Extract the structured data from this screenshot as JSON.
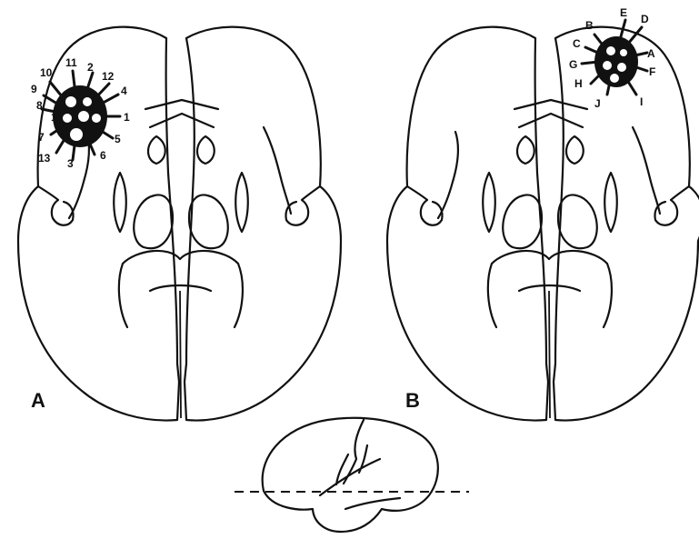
{
  "figure": {
    "panel_a": {
      "letter": "A",
      "site_labels": [
        "10",
        "11",
        "2",
        "12",
        "9",
        "4",
        "8",
        "1",
        "1",
        "7",
        "5",
        "13",
        "3",
        "6"
      ]
    },
    "panel_b": {
      "letter": "B",
      "site_labels": [
        "E",
        "D",
        "B",
        "C",
        "A",
        "G",
        "F",
        "H",
        "J",
        "I"
      ]
    }
  }
}
